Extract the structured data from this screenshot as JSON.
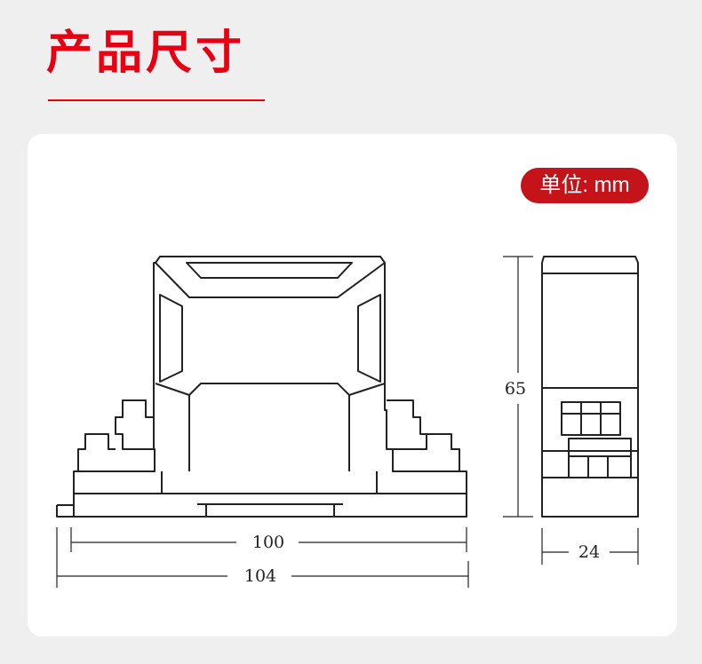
{
  "header": {
    "title": "产品尺寸"
  },
  "unit_badge": {
    "label": "单位: mm"
  },
  "dimensions": {
    "inner_width_label": "100",
    "overall_width_label": "104",
    "height_label": "65",
    "depth_label": "24"
  },
  "colors": {
    "accent": "#e60012",
    "badge": "#c4141a",
    "line": "#222222",
    "background": "#efefef",
    "card": "#ffffff"
  }
}
